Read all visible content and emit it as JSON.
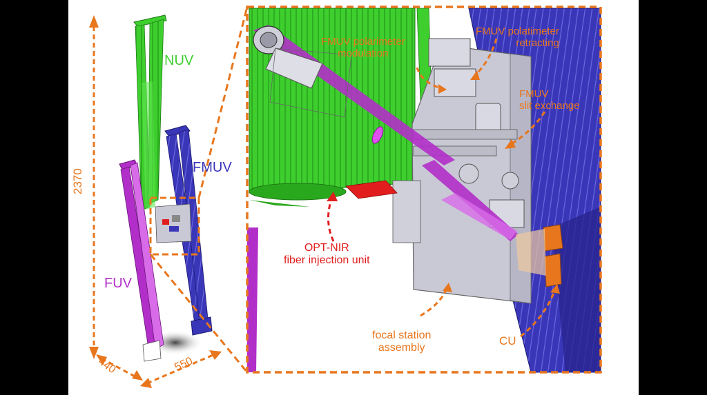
{
  "colors": {
    "background": "#ffffff",
    "frame": "#000000",
    "orange_annotation": "#e8761d",
    "red_annotation": "#e11d1d",
    "nuv_green": "#3ecf2e",
    "fmuv_blue": "#3a36b8",
    "fuv_magenta": "#b12fc8",
    "plate_grey": "#c9c9d6"
  },
  "overview": {
    "labels": {
      "nuv": "NUV",
      "fmuv": "FMUV",
      "fuv": "FUV"
    },
    "dimensions": {
      "height": "2370",
      "depth": "440",
      "width": "550"
    }
  },
  "detail": {
    "labels": {
      "polarimeter_modulation": "FMUV polarimeter\nmodulation",
      "polarimeter_retracting": "FMUV polatimeter\nretracting",
      "slit_exchange": "FMUV\nslit exchange",
      "fiber_injection": "OPT-NIR\nfiber injection unit",
      "focal_station": "focal station\nassembly",
      "cu": "CU"
    }
  }
}
